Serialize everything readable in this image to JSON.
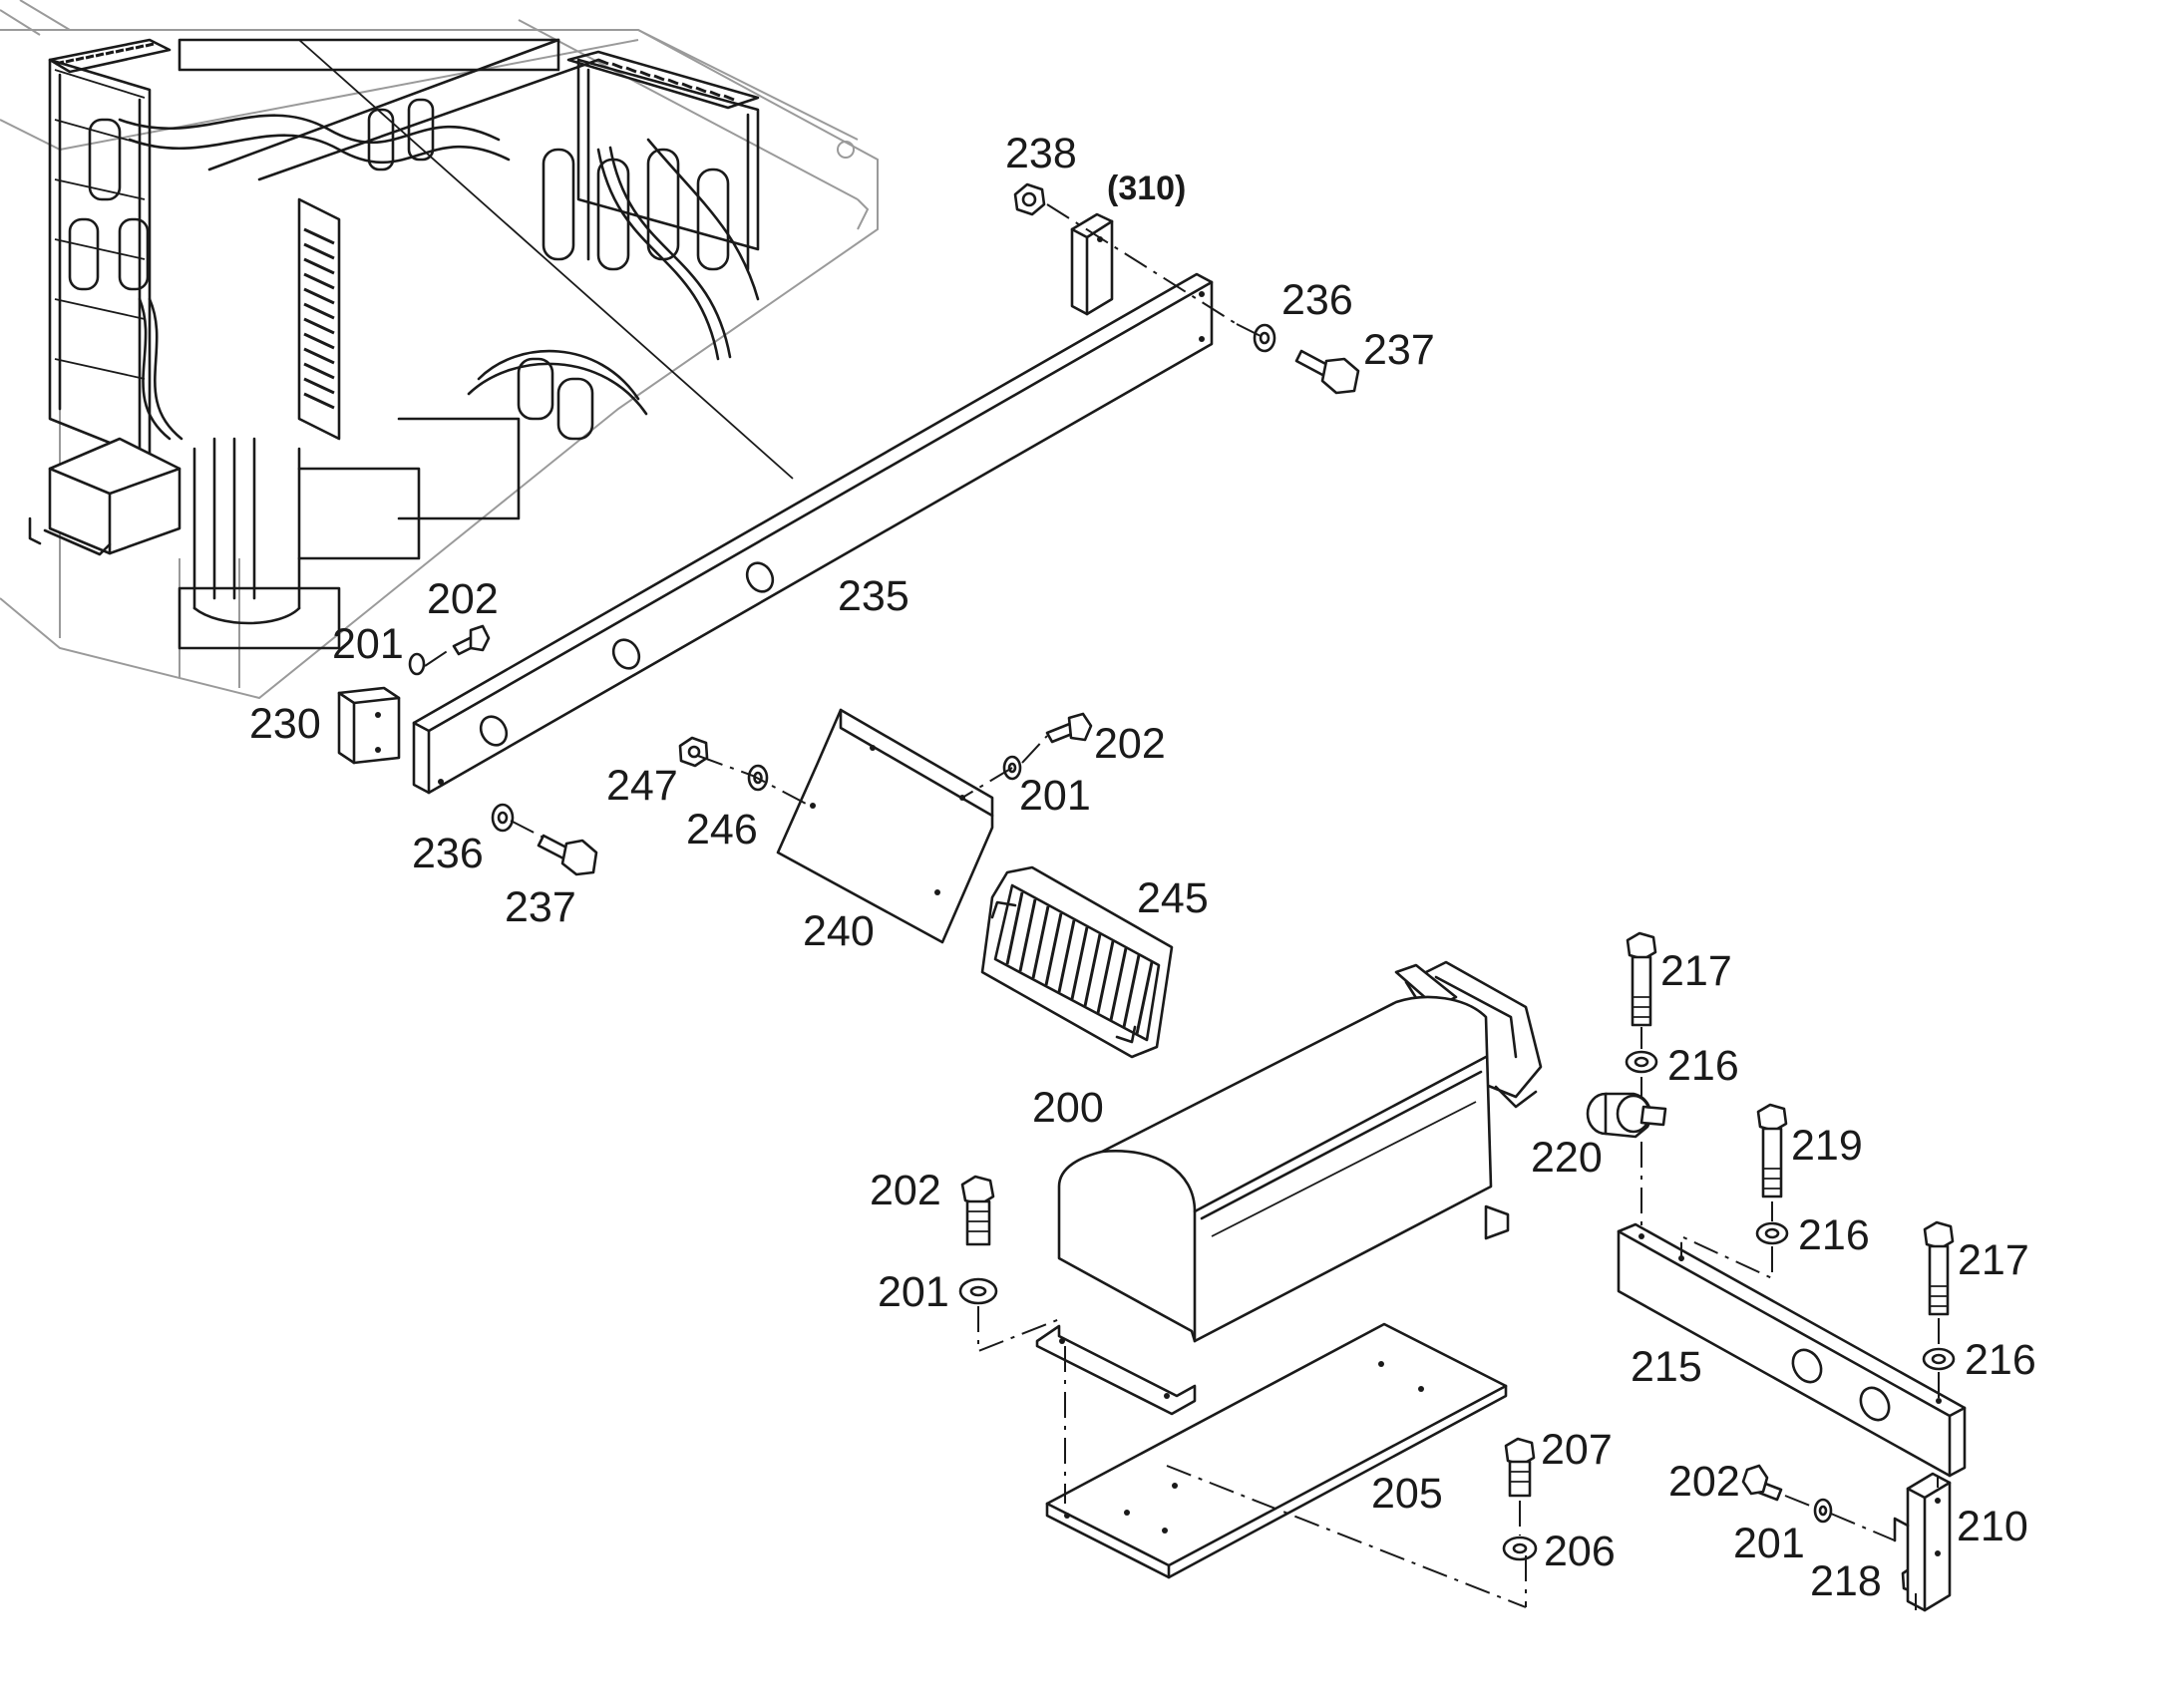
{
  "diagram": {
    "reference_note": "(310)",
    "labels": {
      "p238": "238",
      "p236_top": "236",
      "p237_top": "237",
      "p202_top": "202",
      "p201_top": "201",
      "p230": "230",
      "p235": "235",
      "p236_left": "236",
      "p237_left": "237",
      "p247": "247",
      "p246": "246",
      "p202_mid": "202",
      "p201_mid": "201",
      "p240": "240",
      "p245": "245",
      "p200": "200",
      "p217_top": "217",
      "p216_top": "216",
      "p220": "220",
      "p219": "219",
      "p216_mid": "216",
      "p217_right": "217",
      "p216_right": "216",
      "p215": "215",
      "p202_low": "202",
      "p201_low": "201",
      "p207": "207",
      "p205": "205",
      "p206": "206",
      "p202_br": "202",
      "p201_br": "201",
      "p210": "210",
      "p218": "218"
    }
  }
}
